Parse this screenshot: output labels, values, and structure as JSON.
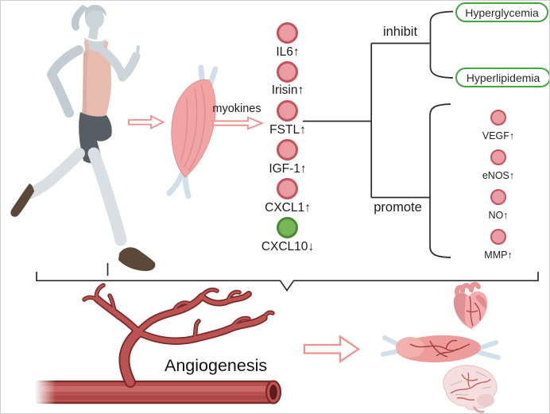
{
  "figure": {
    "source_label": "myokines",
    "myokines": [
      {
        "label": "IL6↑",
        "regulation": "up",
        "dot_color": "pink"
      },
      {
        "label": "Irisin↑",
        "regulation": "up",
        "dot_color": "pink"
      },
      {
        "label": "FSTL↑",
        "regulation": "up",
        "dot_color": "pink"
      },
      {
        "label": "IGF-1↑",
        "regulation": "up",
        "dot_color": "pink"
      },
      {
        "label": "CXCL1↑",
        "regulation": "up",
        "dot_color": "pink"
      },
      {
        "label": "CXCL10↓",
        "regulation": "down",
        "dot_color": "green"
      }
    ],
    "inhibit_branch": {
      "label": "inhibit",
      "targets": [
        {
          "label": "Hyperglycemia"
        },
        {
          "label": "Hyperlipidemia"
        }
      ]
    },
    "promote_branch": {
      "label": "promote",
      "targets": [
        {
          "label": "VEGF↑"
        },
        {
          "label": "eNOS↑"
        },
        {
          "label": "NO↑"
        },
        {
          "label": "MMP↑"
        }
      ]
    },
    "result_label": "Angiogenesis",
    "organ_icons": [
      "heart-icon",
      "skeletal-muscle-icon",
      "brain-icon"
    ]
  },
  "colors": {
    "myokine_dot_fill": "#e6959b",
    "myokine_dot_border": "#c3545e",
    "down_dot_fill": "#6fae4e",
    "down_dot_border": "#4b8a34",
    "outcome_box_border": "#43a643",
    "arrow_outline": "#f08d8d",
    "vessel_red": "#b85050",
    "vessel_dark": "#7b2a2a",
    "line": "#2b2b2b"
  }
}
